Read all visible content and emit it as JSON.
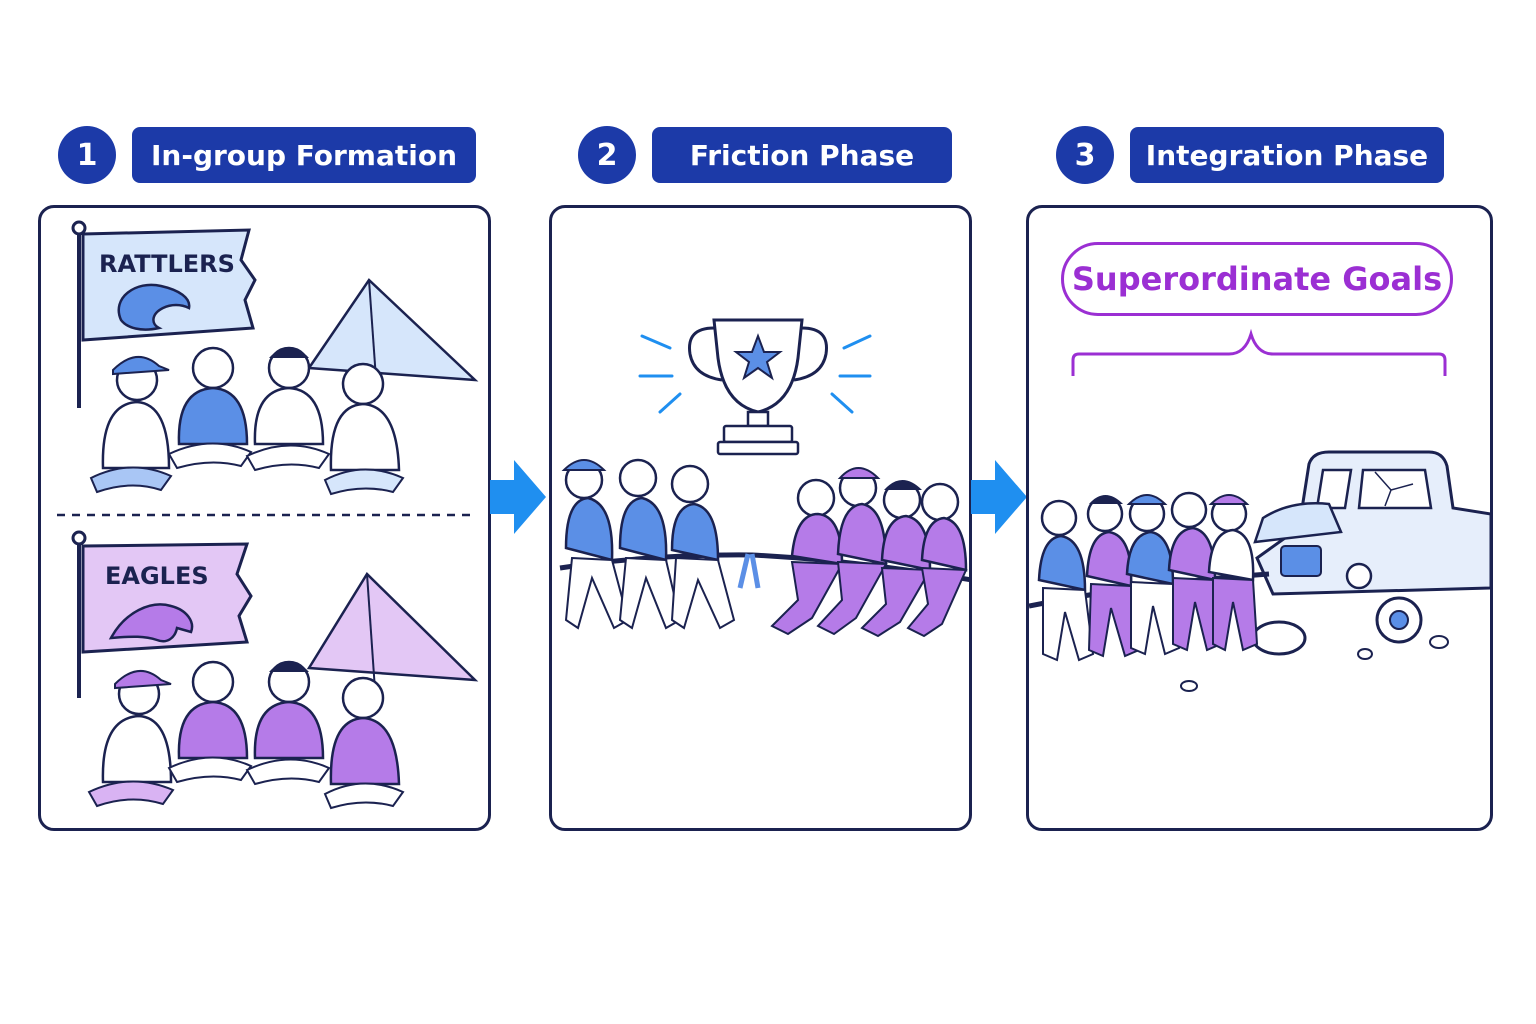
{
  "steps": [
    {
      "number": "1",
      "title": "In-group Formation"
    },
    {
      "number": "2",
      "title": "Friction Phase"
    },
    {
      "number": "3",
      "title": "Integration Phase"
    }
  ],
  "groups": {
    "top_team": "RATTLERS",
    "bottom_team": "EAGLES"
  },
  "integration_goal": "Superordinate Goals",
  "colors": {
    "header_blue": "#1c3aa8",
    "rattlers_blue": "#5b8fe6",
    "eagles_purple": "#b57be8",
    "arrow_blue": "#1f8ff0",
    "goal_purple": "#9b2fd3",
    "outline": "#1b2250"
  }
}
